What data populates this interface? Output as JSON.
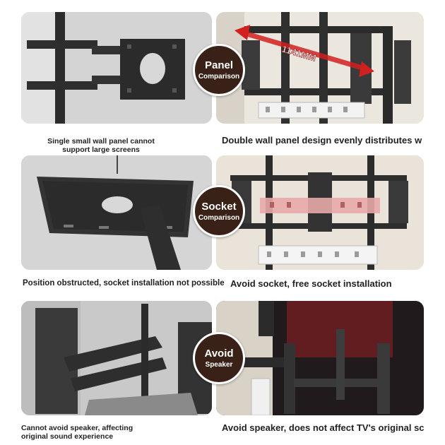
{
  "rows": [
    {
      "badge": {
        "line1": "Panel",
        "line2": "Comparison"
      },
      "left_caption": "Single small wall panel cannot support large screens",
      "right_caption": "Double wall panel design evenly distributes w",
      "measurement": "1141MM"
    },
    {
      "badge": {
        "line1": "Socket",
        "line2": "Comparison"
      },
      "left_caption": "Position obstructed, socket installation not possible",
      "right_caption": "Avoid socket, free socket installation"
    },
    {
      "badge": {
        "line1": "Avoid",
        "line2": "Speaker"
      },
      "left_caption": "Cannot avoid speaker, affecting original sound experience",
      "right_caption": "Avoid speaker, does not affect TV's original sc"
    }
  ],
  "colors": {
    "badge_bg": "#3a2118",
    "arrow": "#d22020",
    "caption_text": "#222222"
  }
}
